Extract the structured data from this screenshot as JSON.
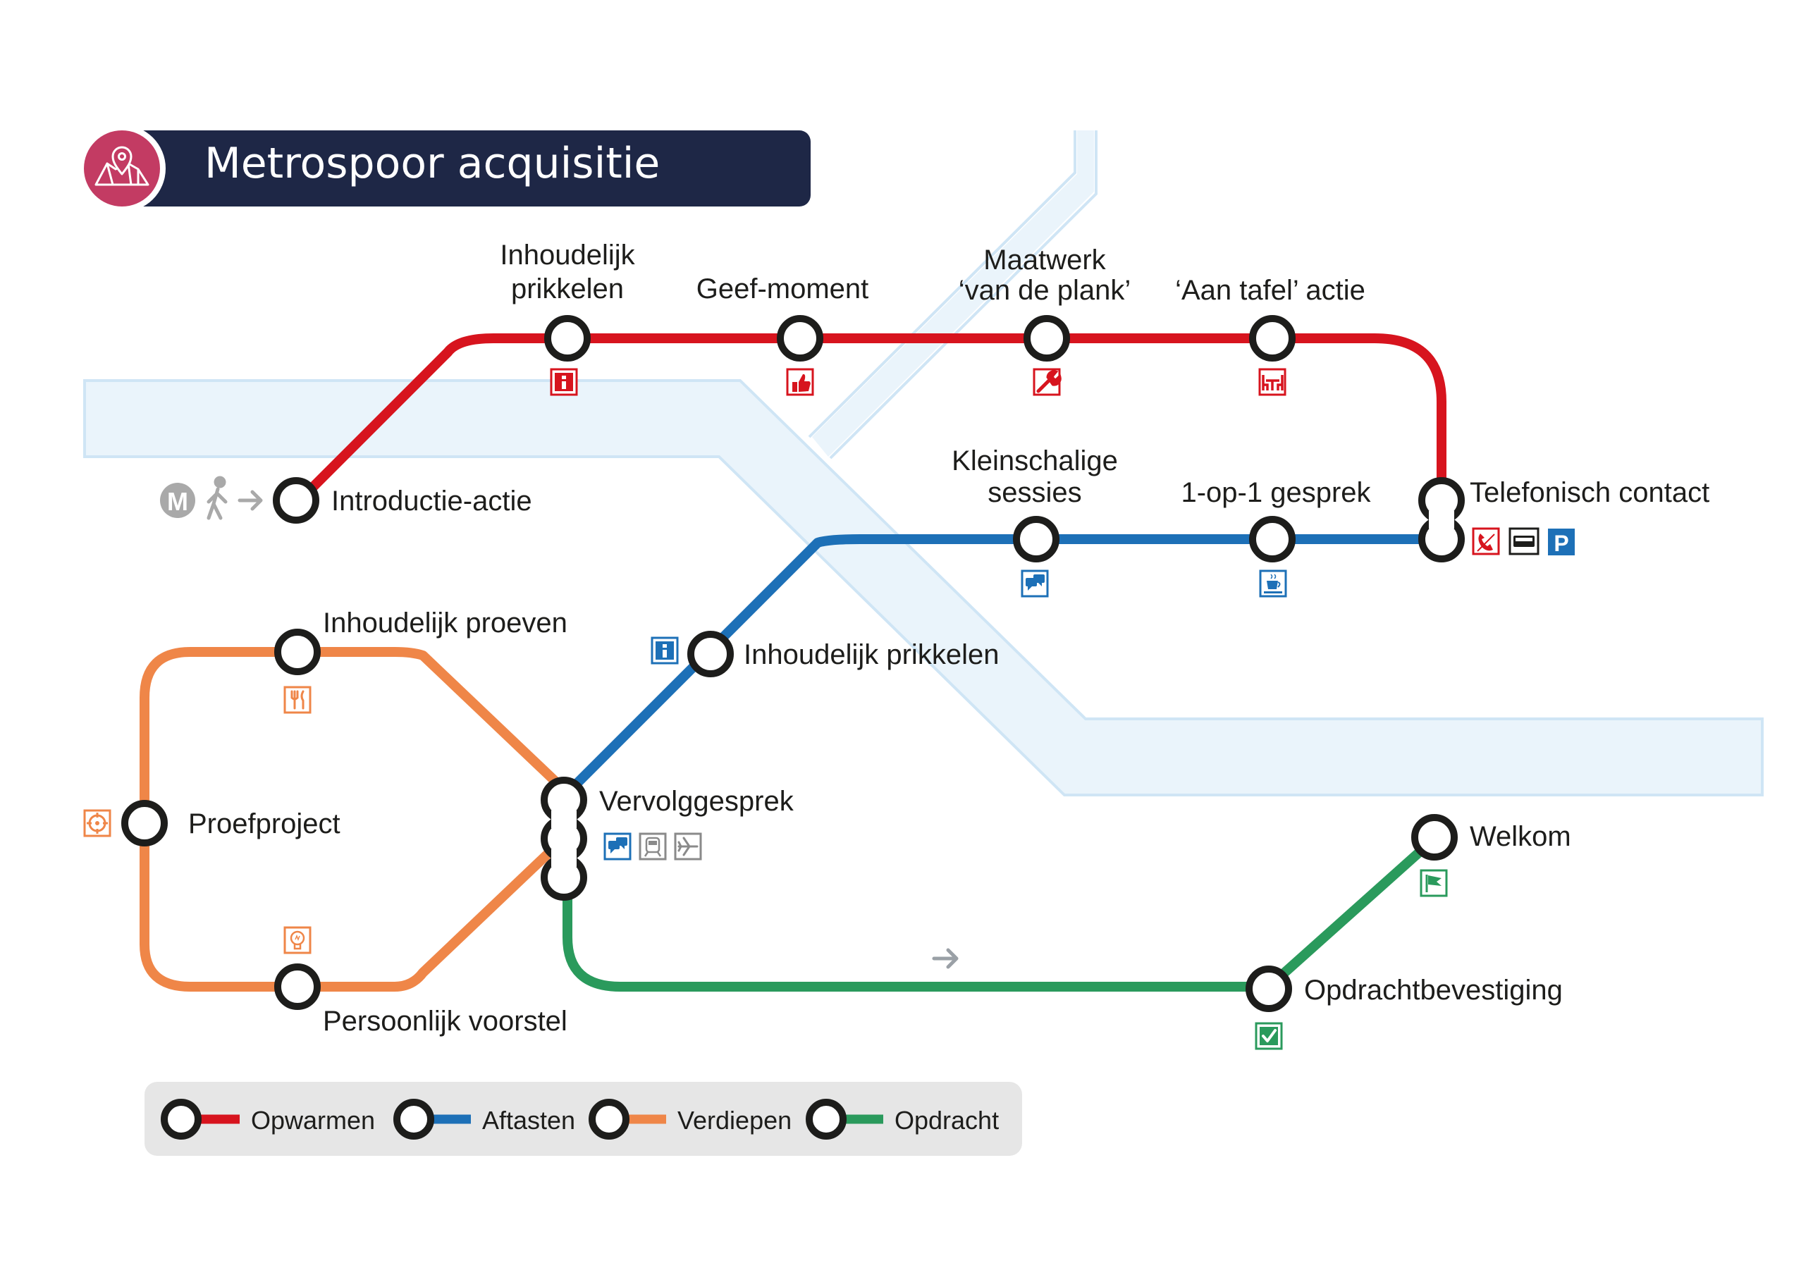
{
  "header": {
    "title": "Metrospoor acquisitie",
    "icon": "map-pin-icon"
  },
  "colors": {
    "opwarmen": "#d7141e",
    "aftasten": "#1d70b7",
    "verdiepen": "#ef8648",
    "opdracht": "#2a9a5c",
    "river": "#eaf4fb",
    "header_bg": "#1e2746",
    "badge": "#c33b63"
  },
  "stations": {
    "introductie": "Introductie-actie",
    "inhoudelijk_prikkelen_top_1": "Inhoudelijk",
    "inhoudelijk_prikkelen_top_2": "prikkelen",
    "geef_moment": "Geef-moment",
    "maatwerk_1": "Maatwerk",
    "maatwerk_2": "‘van de plank’",
    "aan_tafel": "‘Aan tafel’ actie",
    "telefonisch": "Telefonisch contact",
    "kleinschalige_1": "Kleinschalige",
    "kleinschalige_2": "sessies",
    "een_op_een": "1-op-1 gesprek",
    "inhoudelijk_prikkelen_mid": "Inhoudelijk prikkelen",
    "inhoudelijk_proeven": "Inhoudelijk proeven",
    "proefproject": "Proefproject",
    "persoonlijk_voorstel": "Persoonlijk voorstel",
    "vervolggesprek": "Vervolggesprek",
    "welkom": "Welkom",
    "opdrachtbevestiging": "Opdrachtbevestiging"
  },
  "start_badge": "M",
  "icons": {
    "info": "info-icon",
    "thumb": "thumbs-up-icon",
    "wrench": "wrench-icon",
    "table": "table-chairs-icon",
    "phone": "phone-icon",
    "bus": "bus-icon",
    "parking": "P",
    "chat": "chat-icon",
    "coffee": "coffee-icon",
    "cutlery": "cutlery-icon",
    "target": "target-icon",
    "bulb": "lightbulb-icon",
    "train": "train-icon",
    "plane": "plane-icon",
    "flag": "flag-icon",
    "check": "check-icon",
    "walker": "walking-person-icon",
    "arrow": "arrow-right-icon"
  },
  "legend": [
    {
      "label": "Opwarmen",
      "color": "#d7141e"
    },
    {
      "label": "Aftasten",
      "color": "#1d70b7"
    },
    {
      "label": "Verdiepen",
      "color": "#ef8648"
    },
    {
      "label": "Opdracht",
      "color": "#2a9a5c"
    }
  ]
}
